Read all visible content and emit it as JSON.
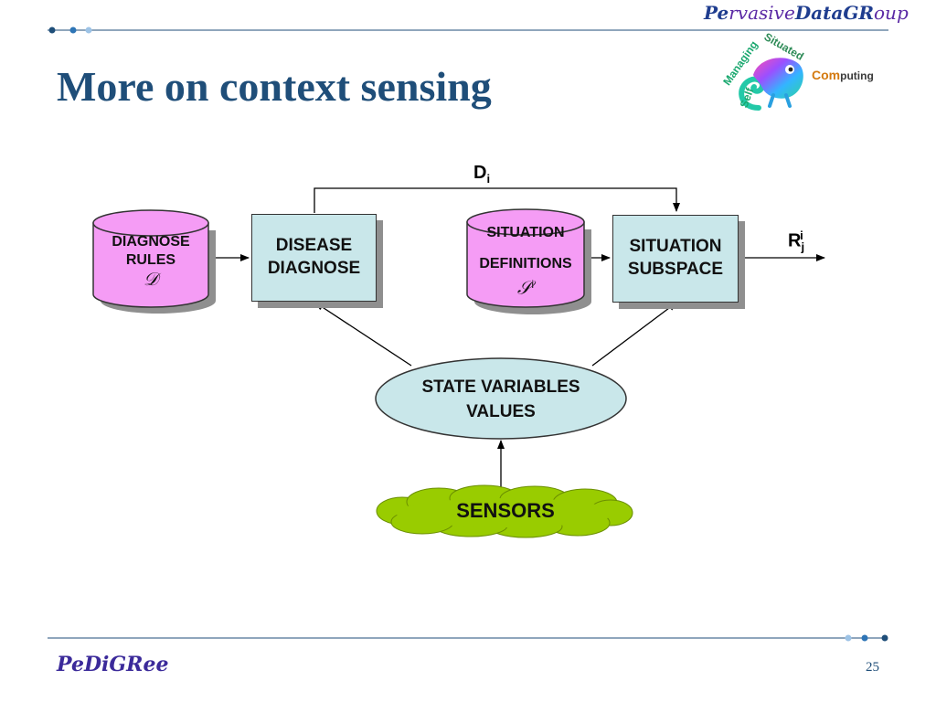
{
  "header": {
    "brand_part1": "Pe",
    "brand_part2": "rvasive",
    "brand_part3": "DataGR",
    "brand_part4": "oup",
    "logo_arc_text": [
      "Self",
      "Managing",
      "Situated"
    ],
    "logo_com": "Com",
    "logo_puting": "puting"
  },
  "title": "More on context sensing",
  "diagram": {
    "diagnose_rules": {
      "line1": "DIAGNOSE",
      "line2": "RULES",
      "symbol": "𝒟"
    },
    "disease_diagnose": {
      "line1": "DISEASE",
      "line2": "DIAGNOSE"
    },
    "situation_definitions": {
      "line1": "SITUATION",
      "line2": "DEFINITIONS",
      "symbol": "𝒮",
      "symbol_sup": "i"
    },
    "situation_subspace": {
      "line1": "SITUATION",
      "line2": "SUBSPACE"
    },
    "state_variables": {
      "line1": "STATE VARIABLES",
      "line2": "VALUES"
    },
    "sensors": "SENSORS",
    "d_label": {
      "main": "D",
      "sub": "i"
    },
    "r_label": {
      "main": "R",
      "sub": "j",
      "sup": "i"
    }
  },
  "footer": {
    "brand": "PeDiGRee",
    "page_number": "25"
  },
  "colors": {
    "title": "#1f4e79",
    "cylinder_fill": "#f59cf5",
    "box_fill": "#c9e7ea",
    "ellipse_fill": "#c9e7ea",
    "cloud_fill": "#99cc00",
    "rule_line": "#1f4e79"
  }
}
